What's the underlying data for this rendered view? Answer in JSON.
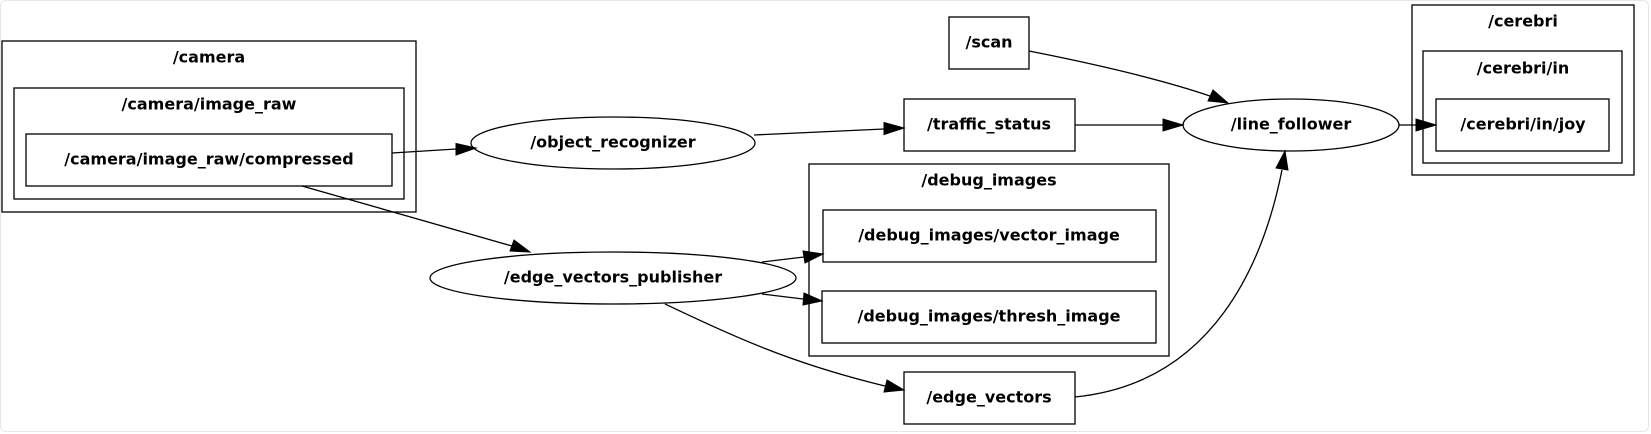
{
  "graph": {
    "clusters": {
      "camera": "/camera",
      "camera_image_raw": "/camera/image_raw",
      "debug_images": "/debug_images",
      "cerebri": "/cerebri",
      "cerebri_in": "/cerebri/in"
    },
    "topics": {
      "camera_compressed": "/camera/image_raw/compressed",
      "scan": "/scan",
      "traffic_status": "/traffic_status",
      "vector_image": "/debug_images/vector_image",
      "thresh_image": "/debug_images/thresh_image",
      "edge_vectors": "/edge_vectors",
      "joy": "/cerebri/in/joy"
    },
    "nodes": {
      "object_recognizer": "/object_recognizer",
      "edge_vectors_publisher": "/edge_vectors_publisher",
      "line_follower": "/line_follower"
    }
  },
  "style": {
    "stroke": "#000000",
    "background": "#ffffff",
    "frame_border": "#e6e6e6"
  }
}
